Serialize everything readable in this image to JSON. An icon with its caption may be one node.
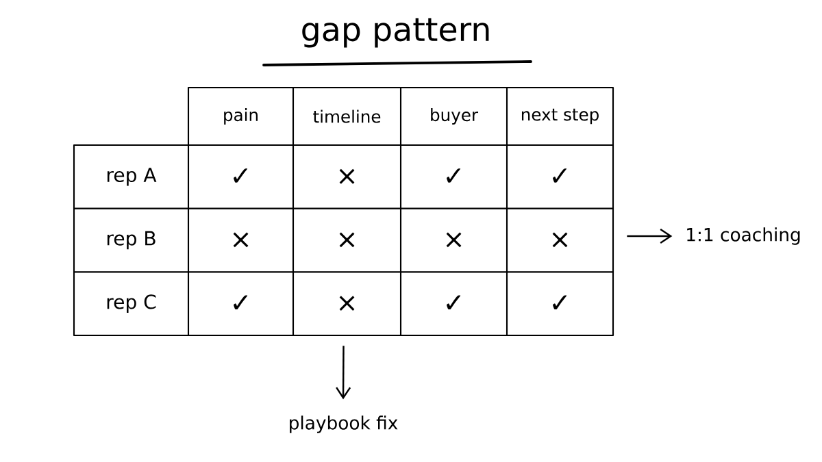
{
  "diagram": {
    "title": "gap pattern",
    "nodes": [
      {
        "text": [],
        "shape": "box"
      },
      {
        "text": [
          "1:1 coaching"
        ]
      },
      {
        "text": [
          "playbook fix"
        ]
      }
    ],
    "edges": [
      {
        "from": 0,
        "to": 1,
        "arrow": "to"
      },
      {
        "from": 0,
        "to": 2,
        "arrow": "to"
      }
    ],
    "labels": [
      "pain",
      "timeline",
      "buyer",
      "next step",
      "rep A",
      "✓",
      "×",
      "✓",
      "✓",
      "rep B",
      "×",
      "×",
      "×",
      "×",
      "rep C",
      "✓",
      "×",
      "✓",
      "✓"
    ]
  }
}
